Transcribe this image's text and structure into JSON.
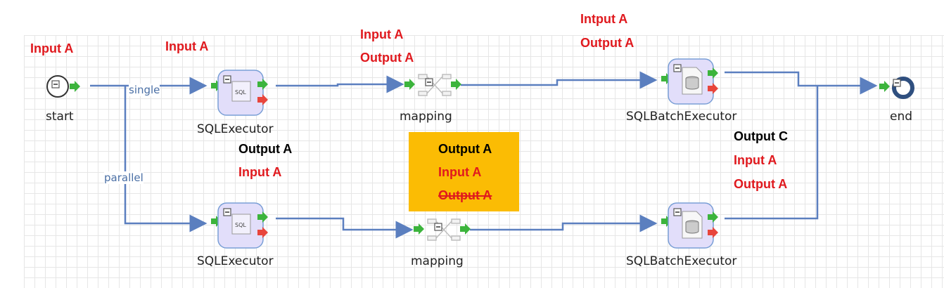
{
  "nodes": {
    "start": "start",
    "sql_exec_top": "SQLExecutor",
    "sql_exec_bottom": "SQLExecutor",
    "mapping_top": "mapping",
    "mapping_bottom": "mapping",
    "batch_top": "SQLBatchExecutor",
    "batch_bottom": "SQLBatchExecutor",
    "end": "end",
    "sql_icon_text": "SQL"
  },
  "edges": {
    "single": "single",
    "parallel": "parallel"
  },
  "annotations": {
    "start_in": "Input A",
    "sql_top_in": "Input A",
    "map_top_in": "Input A",
    "map_top_out": "Output A",
    "batch_top_in": "Intput A",
    "batch_top_out": "Output A",
    "mid_left_out": "Output A",
    "mid_left_in": "Input A",
    "note_out": "Output A",
    "note_in": "Input A",
    "note_struck": "Output A",
    "right_out_c": "Output C",
    "right_in": "Input A",
    "right_out": "Output A"
  },
  "colors": {
    "edge": "#5b7fbf",
    "annotation_red": "#e0191e",
    "note_bg": "#fbbc04",
    "port_green": "#3cb43c",
    "port_red": "#e8453c"
  }
}
